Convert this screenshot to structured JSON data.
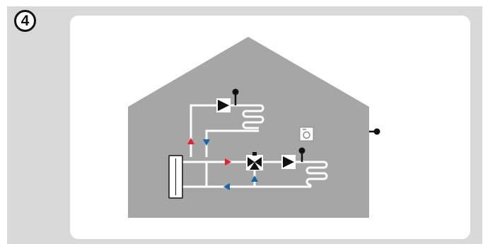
{
  "step": {
    "number": "4"
  },
  "colors": {
    "panel": "#d9d9d9",
    "card": "#ffffff",
    "house": "#a6a6a6",
    "pipe": "#ffffff",
    "flow_supply": "#e8202a",
    "flow_return": "#1466b0",
    "symbol": "#111111"
  },
  "icons": [
    "house-outline",
    "heat-source-unit",
    "circulation-pump-icon",
    "mixing-valve-icon",
    "temperature-sensor-icon",
    "underfloor-heating-coil",
    "room-control-unit-icon",
    "outdoor-sensor-icon",
    "supply-arrow-icon",
    "return-arrow-icon"
  ]
}
